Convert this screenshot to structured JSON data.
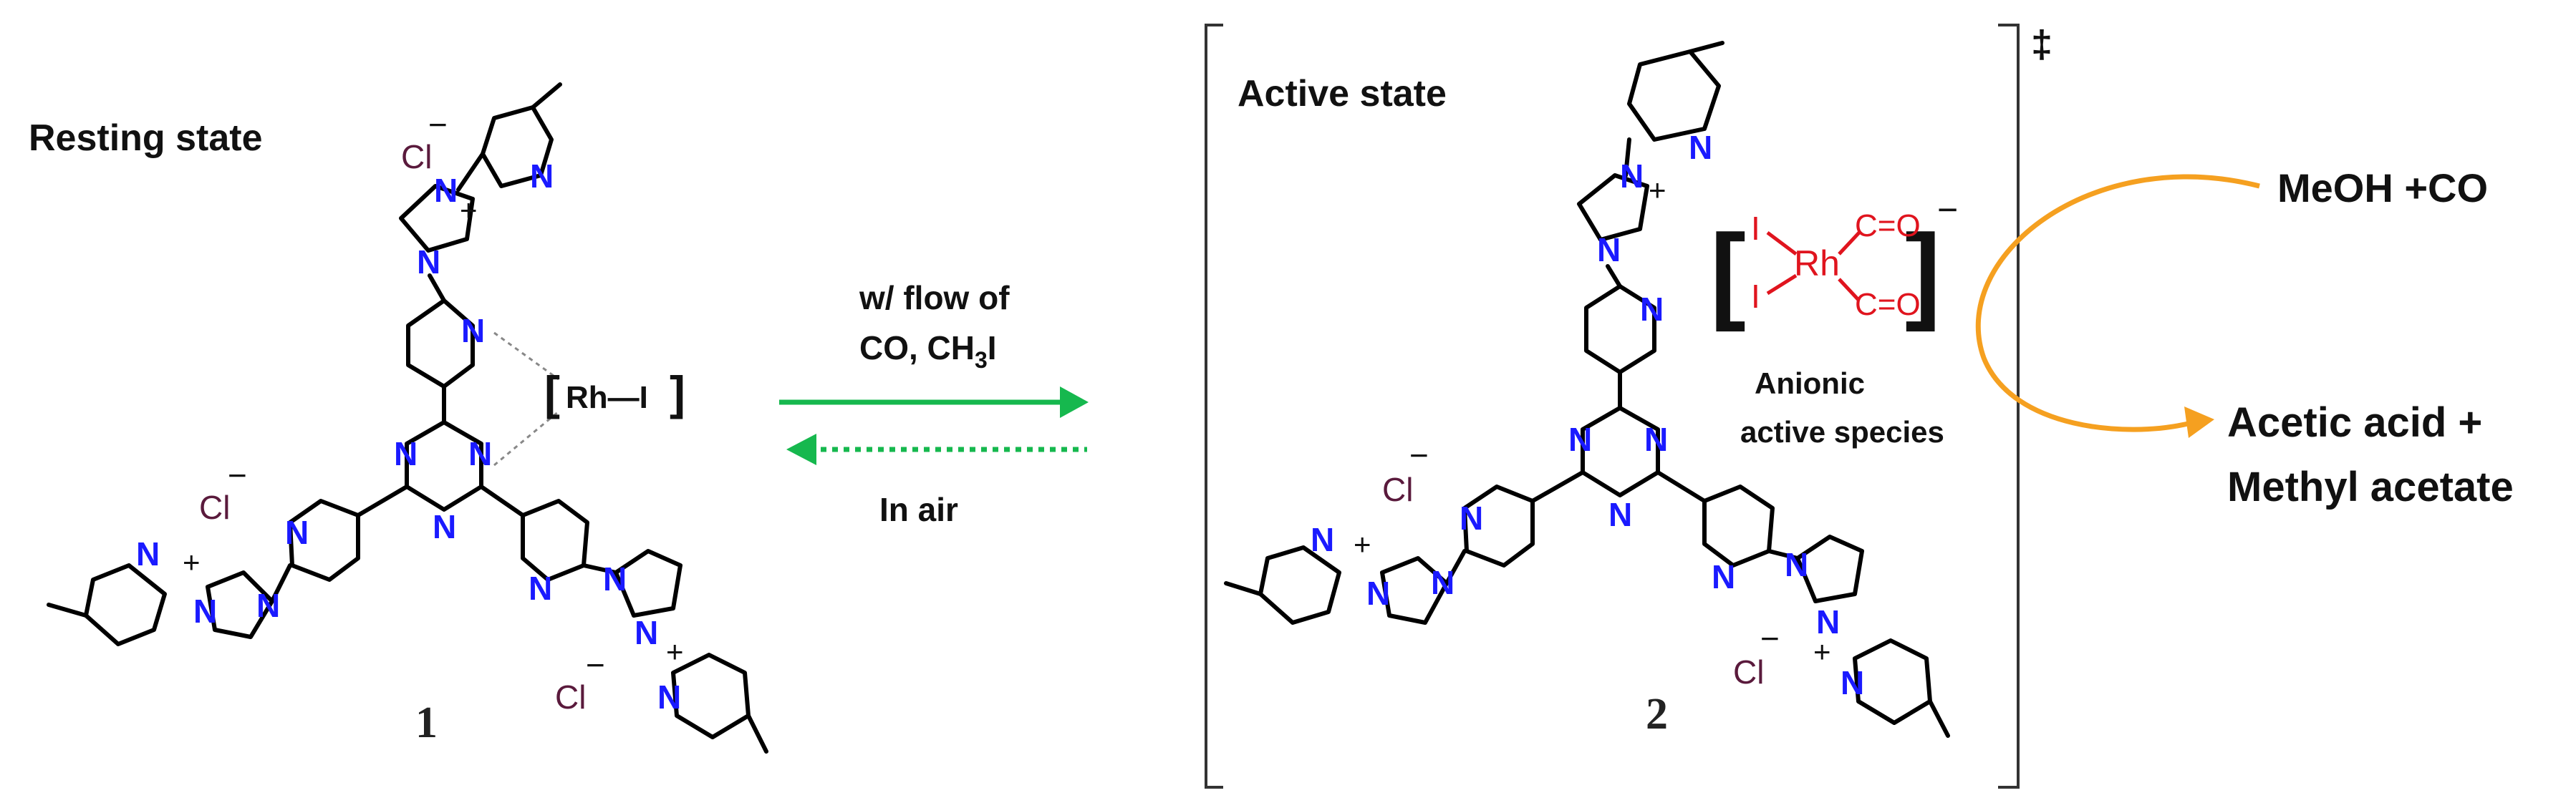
{
  "colors": {
    "text": "#111111",
    "nitrogen": "#1a1aff",
    "chloride": "#5a1a3c",
    "rhodium_complex": "#e0141e",
    "forward_arrow": "#16b84e",
    "cycle_arrow": "#f5a020"
  },
  "resting": {
    "label": "Resting state",
    "number": "1",
    "rh_complex": "Rh—I",
    "counterion": "Cl",
    "charge_minus": "−",
    "charge_plus": "+",
    "atom_N": "N"
  },
  "arrows": {
    "forward_line1": "w/ flow of",
    "forward_line2_a": "CO, CH",
    "forward_line2_sub": "3",
    "forward_line2_b": "I",
    "reverse": "In air"
  },
  "active": {
    "label": "Active state",
    "number": "2",
    "dagger": "‡",
    "complex_I": "I",
    "complex_Rh": "Rh",
    "complex_CO": "C=O",
    "anionic_line1": "Anionic",
    "anionic_line2": "active species"
  },
  "reaction": {
    "reactants": "MeOH +CO",
    "product_line1": "Acetic acid +",
    "product_line2": "Methyl acetate"
  }
}
